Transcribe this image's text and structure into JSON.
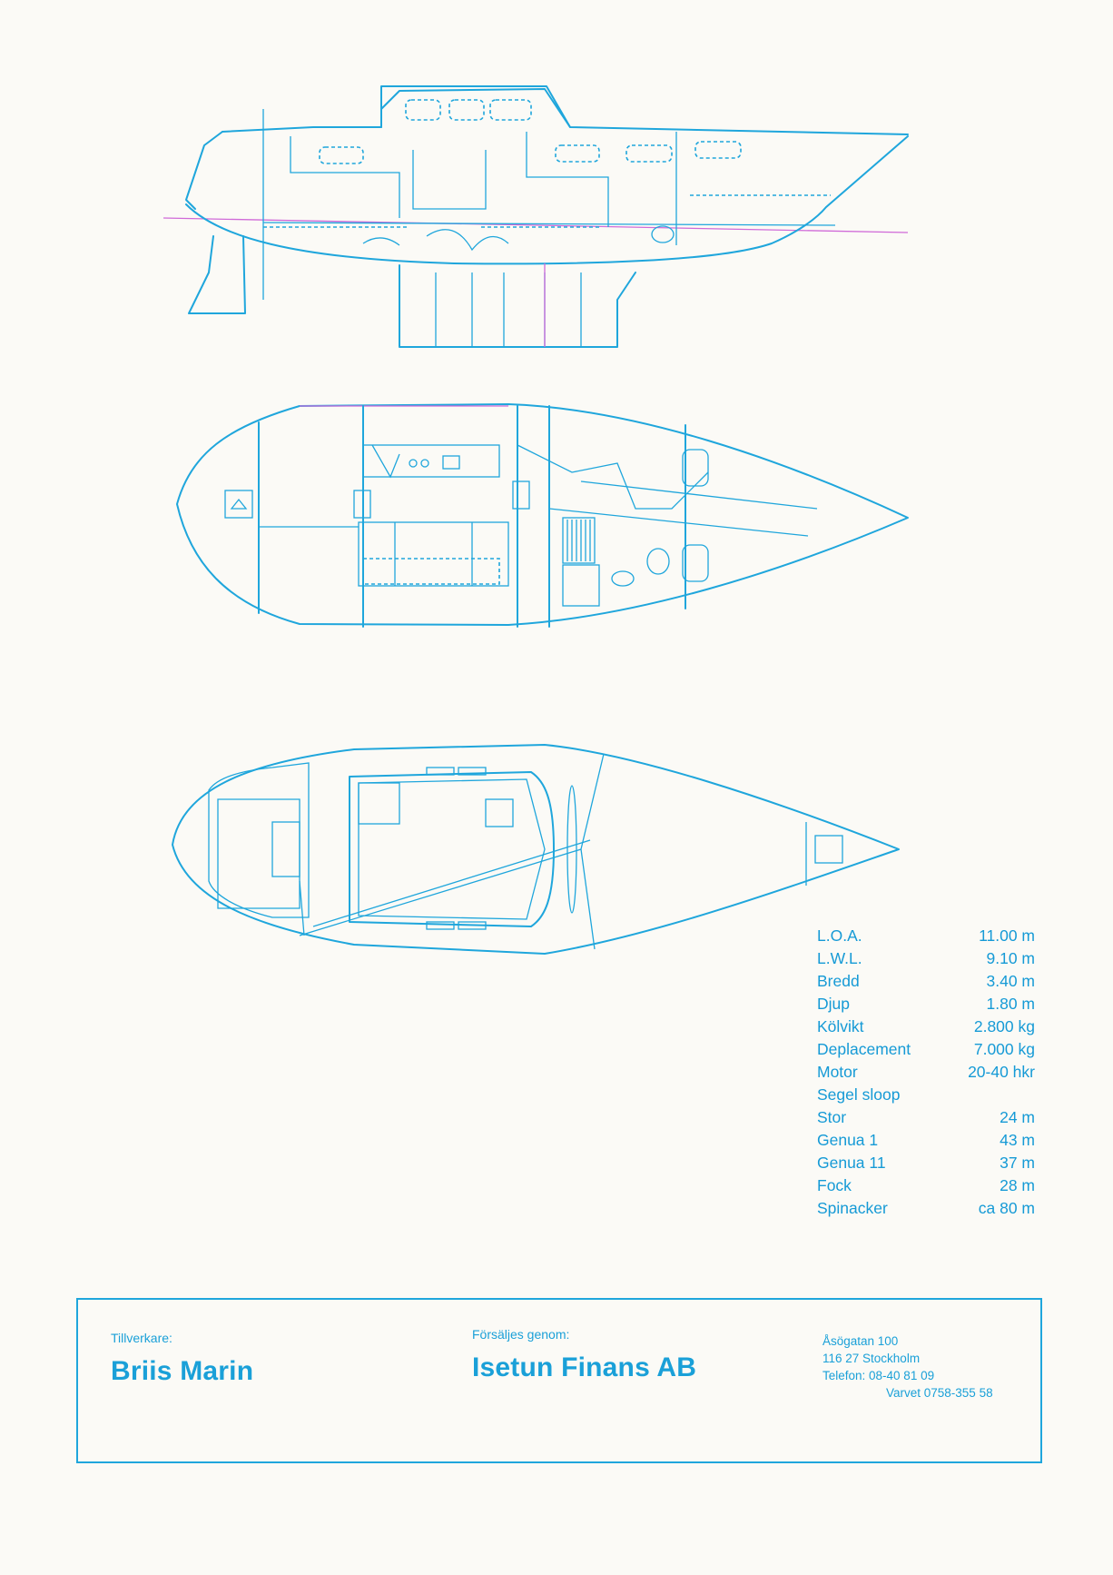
{
  "specs": [
    {
      "label": "L.O.A.",
      "value": "11.00 m"
    },
    {
      "label": "L.W.L.",
      "value": "9.10 m"
    },
    {
      "label": "Bredd",
      "value": "3.40 m"
    },
    {
      "label": "Djup",
      "value": "1.80 m"
    },
    {
      "label": "Kölvikt",
      "value": "2.800 kg"
    },
    {
      "label": "Deplacement",
      "value": "7.000 kg"
    },
    {
      "label": "Motor",
      "value": "20-40 hkr"
    },
    {
      "label": "Segel sloop",
      "value": ""
    },
    {
      "label": "Stor",
      "value": "24 m"
    },
    {
      "label": "Genua 1",
      "value": "43 m"
    },
    {
      "label": "Genua 11",
      "value": "37 m"
    },
    {
      "label": "Fock",
      "value": "28 m"
    },
    {
      "label": "Spinacker",
      "value": "ca 80 m"
    }
  ],
  "footer": {
    "manufacturer_label": "Tillverkare:",
    "manufacturer_name": "Briis Marin",
    "seller_label": "Försäljes genom:",
    "seller_name": "Isetun Finans AB",
    "address_line1": "Åsögatan 100",
    "address_line2": "116 27 Stockholm",
    "address_line3": "Telefon: 08-40 81 09",
    "address_line4": "Varvet 0758-355 58"
  },
  "colors": {
    "ink": "#1fa6dc",
    "accent": "#d06ad8",
    "paper": "#fbfaf6"
  }
}
